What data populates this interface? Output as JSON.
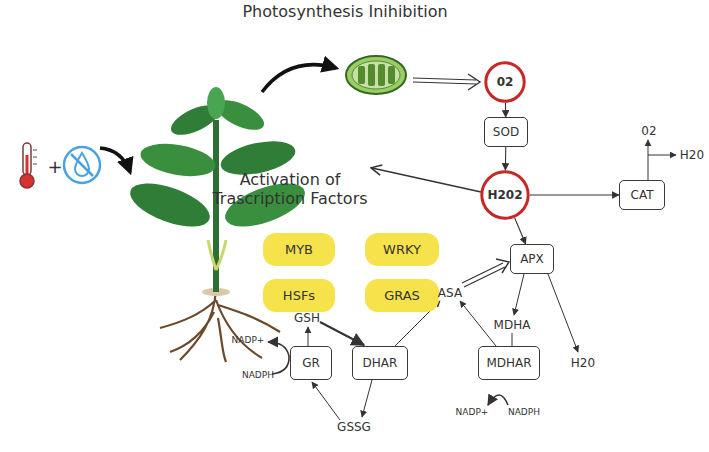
{
  "diagram": {
    "title": "Photosynthesis Inihibition",
    "nodes": [
      {
        "text": [
          "02"
        ]
      },
      {
        "text": [
          "SOD"
        ]
      },
      {
        "text": [
          "H202"
        ]
      },
      {
        "text": [
          "CAT"
        ]
      },
      {
        "text": [
          "APX"
        ]
      },
      {
        "text": [
          "MYB"
        ]
      },
      {
        "text": [
          "WRKY"
        ]
      },
      {
        "text": [
          "HSFs"
        ]
      },
      {
        "text": [
          "GRAS"
        ]
      },
      {
        "text": [
          "GR"
        ]
      },
      {
        "text": [
          "DHAR"
        ]
      },
      {
        "text": [
          "MDHAR"
        ]
      }
    ],
    "edges": [
      {
        "from": 0,
        "to": 1,
        "arrow": "to"
      },
      {
        "from": 1,
        "to": 2,
        "arrow": "to"
      },
      {
        "from": 2,
        "to": 3,
        "arrow": "to"
      },
      {
        "from": 2,
        "to": 4,
        "arrow": "to"
      }
    ],
    "labels": [
      "Activation of Trascription Factors",
      "02",
      "H20",
      "GSH",
      "ASA",
      "MDHA",
      "H20",
      "NADP+",
      "NADPH",
      "GSSG",
      "NADP+",
      "NADPH",
      "+"
    ]
  }
}
